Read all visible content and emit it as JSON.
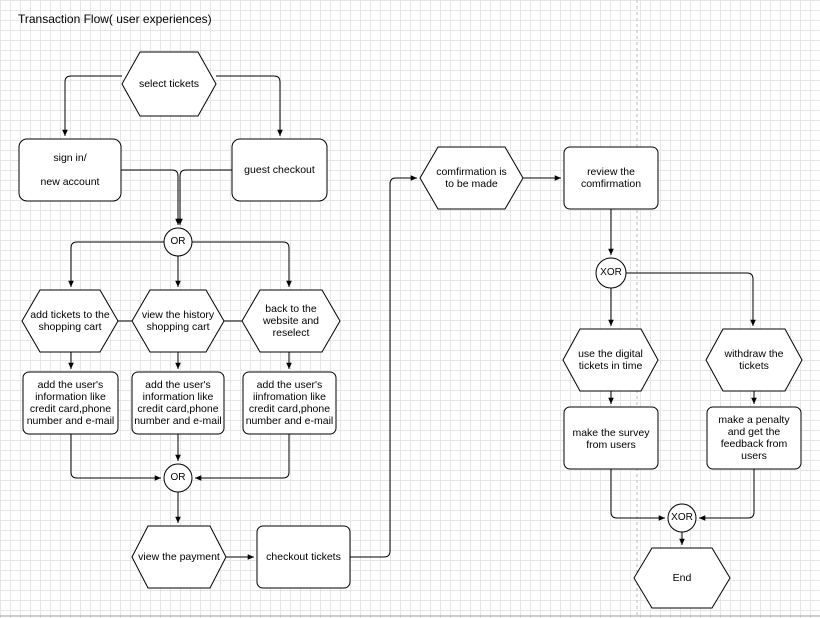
{
  "title": "Transaction Flow( user experiences)",
  "nodes": {
    "select_tickets": "select tickets",
    "sign_in": "sign in/\n\nnew account",
    "guest_checkout": "guest checkout",
    "or_1": "OR",
    "add_tickets": "add tickets to the\nshopping cart",
    "view_history": "view the history\nshopping cart",
    "back_to_website": "back to the\nwebsite and\nreselect",
    "info_1": "add the user's\ninformation like\ncredit card,phone\nnumber and e-mail",
    "info_2": "add the user's\ninformation like\ncredit card,phone\nnumber and e-mail",
    "info_3": "add the user's\niinfromation like\ncredit card,phone\nnumber and e-mail",
    "or_2": "OR",
    "view_payment": "view the payment",
    "checkout_tickets": "checkout tickets",
    "confirmation": "comfirmation is\nto be made",
    "review": "review the\ncomfirmation",
    "xor_1": "XOR",
    "use_digital": "use the digital\ntickets in time",
    "withdraw": "withdraw the\ntickets",
    "survey": "make the survey\nfrom users",
    "penalty": "make a penalty\nand get the\nfeedback from\nusers",
    "xor_2": "XOR",
    "end": "End"
  }
}
